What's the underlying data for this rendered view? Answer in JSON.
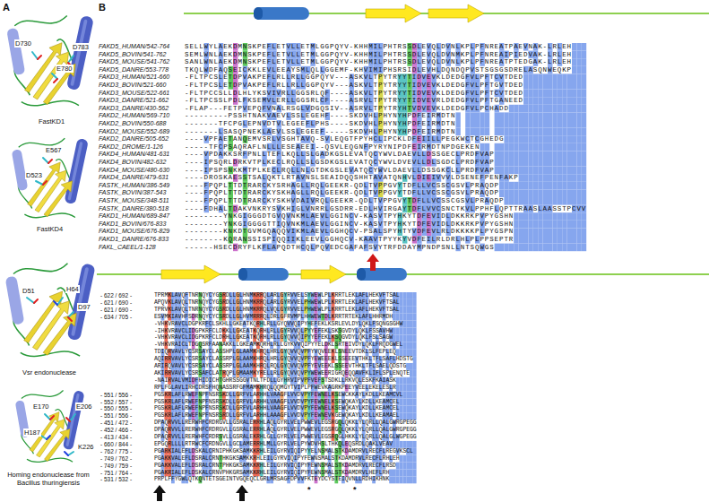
{
  "diagram": {
    "labels": [
      "A",
      "D730",
      "D783",
      "E780",
      "FastKD1",
      "E567",
      "D523",
      "FastKD4",
      "D51",
      "H64",
      "D97",
      "Vsr endonuclease",
      "E170",
      "E206",
      "H187",
      "K226",
      "Homing endonuclease from Bacillus thuringiensis",
      "B",
      "FAKD5_HUMAN/542-764",
      "FAKD5_BOVIN/541-762",
      "FAKD5_MOUSE/541-762",
      "FAKD5_DANRE/553-778",
      "FAKD3_HUMAN/521-660",
      "FAKD3_BOVIN/521-660",
      "FAKD3_MOUSE/522-661",
      "FAKD3_DANRE/521-662",
      "FAKD3_DANRE/430-562",
      "FAKD2_HUMAN/569-710",
      "FAKD2_BOVIN/550-688",
      "FAKD2_MOUSE/552-689",
      "FAKD2_DANRE/505-652",
      "FAKD2_DROME/1-126",
      "FAKD4_HUMAN/481-631",
      "FAKD4_BOVIN/482-632",
      "FAKD4_MOUSE/480-630",
      "FAKD4_DANRE/479-631",
      "FASTK_HUMAN/386-549",
      "FASTK_BOVIN/387-543",
      "FASTK_MOUSE/348-511",
      "FASTK_DANRE/380-518",
      "FAKD1_HUMAN/689-847",
      "FAKD1_BOVIN/676-833",
      "FAKD1_MOUSE/676-829",
      "FAKD1_DANRE/676-833",
      "FAKL_CAEEL/1-128",
      "SELLWYLAEKDMNSKPEFLETVLLETMLGGPQYV-KHHMILPHTRSSDLEVQLDVNLKPLPFNREATPAEVNAK-LRLEH",
      "SEMLWNLAEKDMNSKPEFLETVLLETMLGGPQYV-KHHMILPHTRSSDLEVQLDVNMKPLPFNREAIPIEDVAK-LRLEH",
      "SANLWNLAEKDMNSKPEFLETVLLETMLGGPQYV-KHHMILPHTRSSDLEVQLDVNLKPLPFNREATPTEDGAK-LRLEH",
      "TKQLWDFAQSEICKKLEVLEEAYSMLQLLGGEMF-KHVIMIPHSRSIDLEVHLDQNDQPVSTSGSGSDRELASQNWEQKP",
      "-FLTPCSLETDPVAKPEFLRLLRLLGGPQYV---ASKVLTPYTRYYTIDVEVKLDEDGFVLPFTCVTDED",
      "-FLTPCSLETDPVAKPEFLRLLRLLGGPQYV---ASKVLTPYTRYYTIDVEVKLDEDGFVLPFTGVTDED",
      "-FLTPCCSLLDLHLYKSVIVRLLGGSRLQF----ASKVLTPYTRYYTIDVEVKLDEDGFVLPFTCVTDED",
      "-FLTPCSSLPDLFKSEMVLERLLGGSRLCF----ASRVLTPYTRYYTIDVEVRLDEDGFVLPFTGANEED",
      "-FLAP---FETPVEPQFVNALRSGLVDGQSIV--ASRVLTPYTRYHTVDVEVKLDEDGFVLPCHADD",
      "---------PSSHTNAKVAEVLSSLEGEHF----SKDVHLPHYNYHPDFEIRMDTN",
      "-------TFCPGLEPNVDTVLEGEEFLPHS----SKDVHLPHYNYHPDFEIRMDTN",
      "-------LSASQPNEKLAEVLSSLEGEEF-----SKDVHLPHYNYHPDFEIRMDTN",
      "----VPFAETANQEMVSRLVSGHTAVQ-SVLEQGTFPYHCLIPCKLDFEIILLPEGKWCTCGHEDG",
      "-----TFCPSAQRAFLNLLLESEAEEI--QSVLEQGNFPYRYNIPDFEIRMDTNPDGEKEN",
      "----VPDAKKSRFPNLLTEFLKQLLSLGADKGSLEVATQCYWVLDAEVLLDSSGECLPRDFVAP",
      "----IPSQRLDRKVTPLKECLRQLLSLGSDKGSLEVATQCYWVLDVEVLLDLSGDCLPRDFVAP",
      "----IPSPSNKKMTPLKECLRQLLNLGTDKGSLEVATQCYWVLDAEVLLDSSGKCLLPRDFVAP",
      "----DROSKAESSTSALQKTLRTAVNSLSEAIDQQSHHTAVATQNHVLDIEIVVVLDSENEFPENFAKP",
      "----FPQPLTTDTRARCKYSRHAGLLRQLGEEKR-QDLTVPPGVYTDFLLVCSSCGSVLPRAQDP",
      "----FPQPLTTDTRARCKYSKHAGLLRQLGEEKR-QDLTVPPGVYTDFLLVCSSCGSVLPRAQDP",
      "----FPQPLTTDTRARCKYSKHVDAIVRQLGEEKR-QDLTVPPGVYTDFLLVCSSCGSVLPRAQDP",
      "----FDHALTDAKVNKRYSVKHIGLVNRRLGSDRR-EDLHVIRGAYTDFLVVCSNCTKVLPPHFLQPTTRAASLAASSTPCVV",
      "--------YNKGIGGGDTGVQVNKMLAEVLGGINCV-KASVTPYHKYTDFEVIDLDKKRKPVPYGSHN",
      "--------YNKGIGGGGTTIQVNKMLAEVLGGINCV-KASVTPYHKYTDFEVIDLDKKRKPVPYGSHN",
      "--------KNKDTGVMGQAQQVIKMLAEVLGGHQCV-PSALSPYHTYVDFEVLRLDKKKKPLPYGSPN",
      "--------KQRANSSISPIQQIIKLEEVLGGHQCV-KAAVTPYYKYVDFEILRLDRLHLPLPPSEPTR",
      "------HSECDRYFLKFLAPQDTHCQLPQVEDCGAFAFSVYTRFDDAYMPNDPSNLLNTSQWGS",
      "- 622 / 692 -",
      "- 621 / 690 -",
      "- 621 / 690 -",
      "- 634 / 705 -",
      "- 551 / 556 -",
      "- 552 / 557 -",
      "- 550 / 555 -",
      "- 551 / 556 -",
      "- 451 / 472 -",
      "- 452 / 466 -",
      "- 413 / 434 -",
      "- 660 / 844 -",
      "- 762 / 775 -",
      "- 749 / 762 -",
      "- 749 / 759 -",
      "- 751 / 764 -",
      "- 531 / 532 -",
      "TPRMKLAVQFTNRNQYCYGSRDLLGLHNMKRRQLARLGYRVVELSYWEWLPLKRRTLEKLAFLHEKVFTSAL",
      "APQVKLAVQLTNRNQYCYGSRDLLGLHNMKRRQLARLGYRVVELPHWEWLPLKRRTLEKLAFLHEKVFTSAL",
      "TPRVKLAVQLTNRNQYCYGSRDLLGLHNMKRRQLVQLGYRVVELPHWEWLPLKRRTLEKLAFLHEKVFTSAL",
      "ESVMKIAVHFSDRNQYCYCSRDLLGLHVMRRRQLDRLGFRVMPLHHWEWTDLKRRTRTEKLAFLHHRMDH",
      "-VHKVRAVCLDGPKRFCLSKHLLGKEATKQRHLRLLGYQVVQIPYHEFEKLKSRLEVLDYLQKLFSQNGSGHW",
      "-IHKVRAVCLIDGPKRFCLDKKLLGKEATKQRHLRLLGYRVVQLPYYEFEKLSKSGVDYLQKLFSSAVHW",
      "-VHKVRAVCLIDGPKRFCLDRHLLGKEATKQRHLRLLGYQVVQIPYYEFEKLKSQGVDYLQKLFSLSAGW",
      "-VHKVRAICLTDGQSRFAANAKKLLGKEAMKQRHLRLLGYKVVQIPYYELDKLSRTEIVDYLQKLFRQDGWEL",
      "TDIQRVAVLYCSRSAYCLASSHPLGLAAMKHRQLHRLGYQVVQVPFYVQVEEKLSNEEVTDKLSLFEPLEQ",
      "AQIRRVAVLYCSRSAYCLASSRPLGLAAMKHRQLHRLGYQVVQVPFYEWEEEKLSSEEEVTHKLTFLSAFLHDSTG",
      "ARIRQVAVLYCSRSAYCLASSRPLGLAAMKHRQLRQLGYQVVQVPFYEVEEKLSSEEVTHKLTFLSAELQDSTG",
      "AKIRRVAVLYCSRSAFCLATRQPLGMAAMKYRELLRLGYQVVQVPYWEWEERIGRQEQQAVFKLIFLSPLENQTE",
      "-NAIRVALVMIDFHIDICHTGHRSSGGVTNLTFDLLGYHRVIPVPFVEFSTSDKLLRKVQLESKFKAIASK",
      "RPLFGLAVLIRHCDRSFHQNASSRFGFMAMKHRQLQQMGYTVIPLPFWEVKAGRKPEEYVEELEKELESLR",
      "PGSKRLAFLRWEFNPFNSRSKDLLGRFVLARHHLVAAGFLVVDVPYFEWNELKSEWCKKAYLKDLLKEAMCVL",
      "PGSKRLAFLRWEFNPFNSRSKDLLGRFVLARHHLVAAGFLVVDVPYFEWNELKSEWQKAYLKDLLKEAMCEL",
      "PGSKRLAFLRWEFNPFNSRSKDLLGRFVLARHHLVAAGFLVVDVPYFEWNELKSEWQKAYLKDLLKEAMCEL",
      "PGSKRLAFLRWEFNPFNSRSRDLLGRFVLARHHLAAAGFLVVDVPYFEWNEVKGEWQKAYLKDLLKEAMAEL",
      "DPAQRVVLLRERWHFCRDRGVLLGSRALERRHLAQLGYRLVELPWWEVLEGSRGQLQKKLYLQRLLQALGWRGPEGG",
      "DPAQRVVLLRERWHFCRDRGVLLGSRALERRHLAQLGYRLVELPWWEVLEGSRGQLQKKLYLQRLLQALGWRGPEGG",
      "DPAQRVVLLRERWHFCRDRSVLLGSRALEKRHLGLLGYRLVELPWWEVLEGSRQGLHKKLYLQRLLQALGLWGPEGG",
      "EPGQRLLLLRTRWCFCRDNGVLLGCLAMERRHLMLLGYRLVELPYWDVHSLTHKQLEQSRDLQAKLVEAV",
      "PGARKIALEFLDSKALCRNIPHKGKSAMKKRHLEILGYRVIQIPYYELNSMALSTKDAMDRVLRECFLREGVKSCL",
      "PGAKKVALEFLDSRALCRNTHKGKSAMKKRHLEILGYRVIQIPYFEWNSMALSTKDAMDRVLRECFLRHLEH",
      "PGAKKVALEFLDSRALCRNTPHKGKSAMKKRHLEILGYRVIQIPYFEWNSMALSTKDAMDRVLRECFLRSD",
      "PGAKRIALEFLDSKALCRNVPHKGRSAMKKRHLEILGYRVIQIPYFEWNSMALSTKDAMDRVLHEFLRH",
      "PRPLFFYGWLQTKQNTETSGEINTVGQEQCLGRLMRSAGFDPVVFKTEYDCYSTEIQVNLLRDHIKHNK",
      "*",
      "*"
    ]
  }
}
